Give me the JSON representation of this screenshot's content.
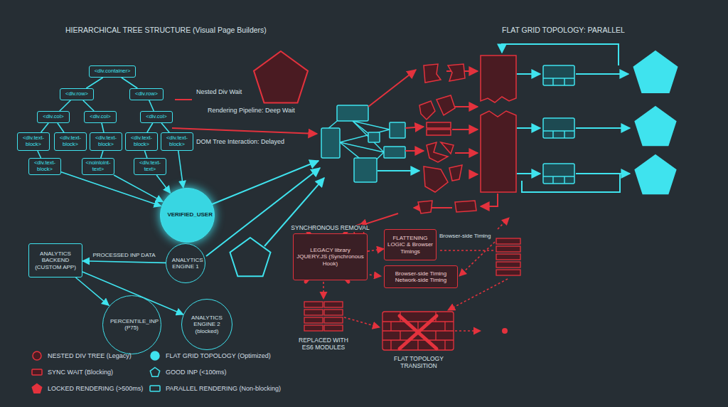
{
  "diagram": {
    "nodes": [
      {
        "text": [
          "<div.container>"
        ]
      },
      {
        "text": [
          "<div.row>"
        ]
      },
      {
        "text": [
          "<div.row>"
        ]
      },
      {
        "text": [
          "<div.col>"
        ]
      },
      {
        "text": [
          "<div.col>"
        ]
      },
      {
        "text": [
          "<div.col>"
        ]
      },
      {
        "text": [
          "<div.text-block>"
        ]
      },
      {
        "text": [
          "<div.text-block>"
        ]
      },
      {
        "text": [
          "<div.text-block>"
        ]
      },
      {
        "text": [
          "<div.text-block>"
        ]
      },
      {
        "text": [
          "<div.text-block>"
        ]
      },
      {
        "text": [
          "<div.text-block>"
        ]
      },
      {
        "text": [
          "<noinloint-text>"
        ]
      },
      {
        "text": [
          "<div.text-text>"
        ]
      },
      {
        "text": [
          "VERIFIED_USER"
        ]
      },
      {
        "text": [
          "ANALYTICS BACKEND (CUSTOM APP)"
        ]
      },
      {
        "text": [
          "ANALYTICS ENGINE 1"
        ]
      },
      {
        "text": [
          "PERCENTILE_INP (P75)"
        ]
      },
      {
        "text": [
          "ANALYTICS ENGINE 2 (blocked)"
        ]
      },
      {
        "text": [
          "SYNCHRONOUS REMOVAL",
          "LEGACY library JQUERY.JS (Synchronous Hook)"
        ]
      },
      {
        "text": [
          "FLATTENING LOGIC & Browser Timings"
        ]
      },
      {
        "text": [
          "Browser-side Timing Network-side Timing"
        ]
      }
    ],
    "edges": [
      {
        "from": 0,
        "to": 1,
        "arrow": "none"
      },
      {
        "from": 0,
        "to": 2,
        "arrow": "none"
      },
      {
        "from": 1,
        "to": 3,
        "arrow": "none"
      },
      {
        "from": 1,
        "to": 4,
        "arrow": "none"
      },
      {
        "from": 2,
        "to": 5,
        "arrow": "none"
      },
      {
        "from": 3,
        "to": 6,
        "arrow": "none"
      },
      {
        "from": 3,
        "to": 7,
        "arrow": "none"
      },
      {
        "from": 4,
        "to": 8,
        "arrow": "none"
      },
      {
        "from": 5,
        "to": 9,
        "arrow": "none"
      },
      {
        "from": 5,
        "to": 10,
        "arrow": "none"
      },
      {
        "from": 6,
        "to": 11,
        "arrow": "none"
      },
      {
        "from": 8,
        "to": 12,
        "arrow": "none"
      },
      {
        "from": 9,
        "to": 13,
        "arrow": "none"
      },
      {
        "from": 11,
        "to": 14,
        "arrow": "to"
      },
      {
        "from": 12,
        "to": 14,
        "arrow": "to"
      },
      {
        "from": 13,
        "to": 14,
        "arrow": "to"
      },
      {
        "from": 10,
        "to": 14,
        "arrow": "to"
      },
      {
        "from": 16,
        "to": 15,
        "label": "PROCESSED INP DATA",
        "arrow": "to"
      },
      {
        "from": 15,
        "to": 17,
        "arrow": "to"
      },
      {
        "from": 15,
        "to": 18,
        "arrow": "to"
      },
      {
        "from": 19,
        "to": 20,
        "arrow": "to"
      }
    ],
    "labels": [
      "HIERARCHICAL TREE STRUCTURE (Visual Page Builders)",
      "FLAT GRID TOPOLOGY: PARALLEL",
      "Nested Div Wait",
      "Rendering Pipeline: Deep Wait",
      "DOM Tree Interaction: Delayed",
      "Browser-side Timing",
      "REPLACED WITH ES6 MODULES",
      "FLAT TOPOLOGY TRANSITION"
    ],
    "legend": [
      {
        "text": "NESTED DIV TREE (Legacy)"
      },
      {
        "text": "FLAT GRID TOPOLOGY (Optimized)"
      },
      {
        "text": "SYNC WAIT (Blocking)"
      },
      {
        "text": "GOOD INP (<100ms)"
      },
      {
        "text": "LOCKED RENDERING (>500ms)"
      },
      {
        "text": "PARALLEL RENDERING (Non-blocking)"
      }
    ]
  }
}
